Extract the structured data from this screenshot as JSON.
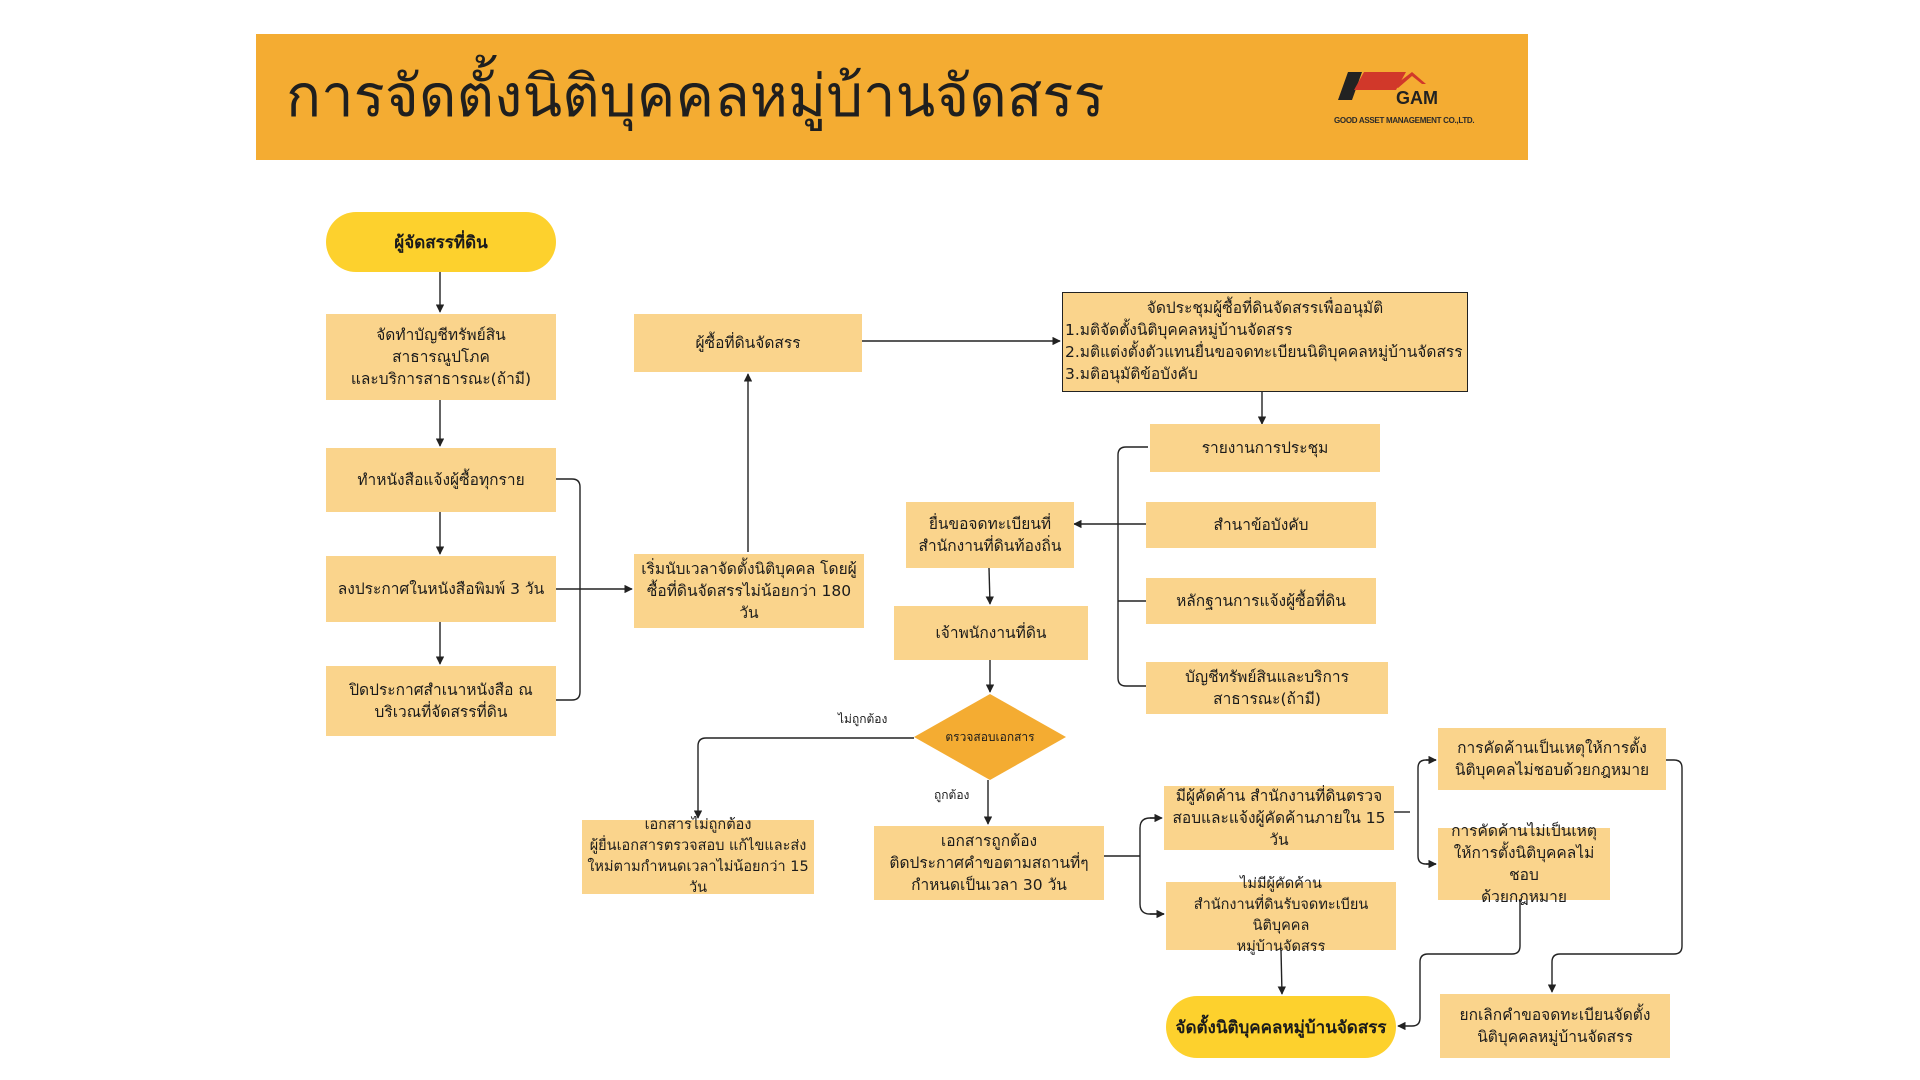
{
  "header": {
    "title": "การจัดตั้งนิติบุคคลหมู่บ้านจัดสรร",
    "logo_text": "GAM",
    "logo_subtext": "GOOD ASSET MANAGEMENT CO.,LTD."
  },
  "nodes": {
    "land_developer": "ผู้จัดสรรที่ดิน",
    "asset_list": "จัดทำบัญชีทรัพย์สินสาธารณูปโภค\nและบริการสาธารณะ(ถ้ามี)",
    "notify_buyers": "ทำหนังสือแจ้งผู้ซื้อทุกราย",
    "newspaper": "ลงประกาศในหนังสือพิมพ์ 3 วัน",
    "post_notice": "ปิดประกาศสำเนาหนังสือ ณ\nบริเวณที่จัดสรรที่ดิน",
    "land_buyers": "ผู้ซื้อที่ดินจัดสรร",
    "start_count": "เริ่มนับเวลาจัดตั้งนิติบุคคล โดยผู้\nซื้อที่ดินจัดสรรไม่น้อยกว่า 180 วัน",
    "meeting_title": "จัดประชุมผู้ซื้อที่ดินจัดสรรเพื่ออนุมัติ",
    "meeting_items": [
      "1.มติจัดตั้งนิติบุคคลหมู่บ้านจัดสรร",
      "2.มติแต่งตั้งตัวแทนยื่นขอจดทะเบียนนิติบุคคลหมู่บ้านจัดสรร",
      "3.มติอนุมัติข้อบังคับ"
    ],
    "meeting_report": "รายงานการประชุม",
    "bylaws_copy": "สำนาข้อบังคับ",
    "notify_evidence": "หลักฐานการแจ้งผู้ซื้อที่ดิน",
    "asset_services": "บัญชีทรัพย์สินและบริการ\nสาธารณะ(ถ้ามี)",
    "submit_register": "ยื่นขอจดทะเบียนที่\nสำนักงานที่ดินท้องถิ่น",
    "land_officer": "เจ้าพนักงานที่ดิน",
    "check_docs": "ตรวจสอบเอกสาร",
    "label_incorrect": "ไม่ถูกต้อง",
    "label_correct": "ถูกต้อง",
    "docs_incorrect": "เอกสารไม่ถูกต้อง\nผู้ยื่นเอกสารตรวจสอบ แก้ไขและส่ง\nใหม่ตามกำหนดเวลาไม่น้อยกว่า 15 วัน",
    "docs_correct": "เอกสารถูกต้อง\nติดประกาศคำขอตามสถานที่ๆ\nกำหนดเป็นเวลา 30 วัน",
    "has_objection": "มีผู้คัดค้าน สำนักงานที่ดินตรวจ\nสอบและแจ้งผู้คัดค้านภายใน 15 วัน",
    "no_objection": "ไม่มีผู้คัดค้าน\nสำนักงานที่ดินรับจดทะเบียนนิติบุคคล\nหมู่บ้านจัดสรร",
    "objection_valid": "การคัดค้านเป็นเหตุให้การตั้ง\nนิติบุคคลไม่ชอบด้วยกฎหมาย",
    "objection_invalid": "การคัดค้านไม่เป็นเหตุ\nให้การตั้งนิติบุคคลไม่ชอบ\nด้วยกฎหมาย",
    "cancel_request": "ยกเลิกคำขอจดทะเบียนจัดตั้ง\nนิติบุคคลหมู่บ้านจัดสรร",
    "establish": "จัดตั้งนิติบุคคลหมู่บ้านจัดสรร"
  },
  "colors": {
    "banner": "#f4ac32",
    "box": "#fad48c",
    "pill": "#fdd12d",
    "diamond": "#f4ac32"
  }
}
